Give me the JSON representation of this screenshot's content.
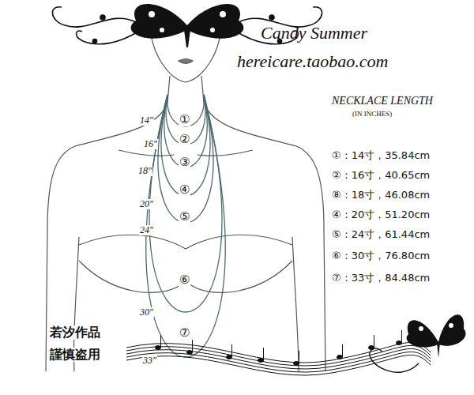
{
  "diagram": {
    "title": "NECKLACE LENGTH",
    "labels": [
      "Candy Summer",
      "hereicare.taobao.com",
      "(IN INCHES)",
      "①：14寸，35.84cm",
      "②：16寸，40.65cm",
      "⑧：18寸，46.08cm",
      "④：20寸，51.20cm",
      "⑤：24寸，61.44cm",
      "⑥：30寸，76.80cm",
      "⑦：33寸，84.48cm",
      "14\"",
      "①",
      "16\"",
      "②",
      "18\"",
      "③",
      "20\"",
      "④",
      "⑤",
      "24\"",
      "⑥",
      "30\"",
      "⑦",
      "33\"",
      "若汐作品",
      "謹慎盗用"
    ]
  }
}
